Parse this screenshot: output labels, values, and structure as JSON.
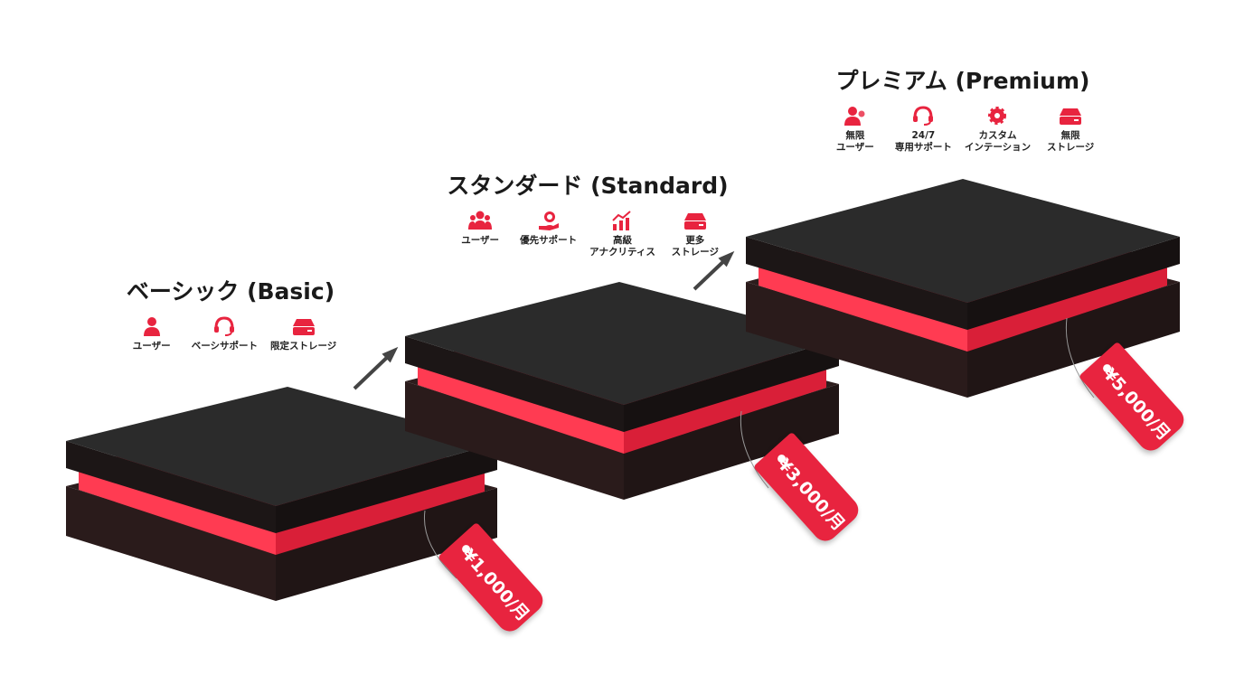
{
  "tiers": [
    {
      "title": "ベーシック (Basic)",
      "price": "¥1,000/月",
      "features": [
        {
          "icon": "user-icon",
          "label": "ユーザー"
        },
        {
          "icon": "headset-icon",
          "label": "ベーシサポート"
        },
        {
          "icon": "storage-icon",
          "label": "限定ストレージ"
        }
      ]
    },
    {
      "title": "スタンダード (Standard)",
      "price": "¥3,000/月",
      "features": [
        {
          "icon": "users-group-icon",
          "label": "ユーザー"
        },
        {
          "icon": "priority-support-icon",
          "label": "優先サポート"
        },
        {
          "icon": "analytics-chart-icon",
          "label": "高級\nアナクリティス"
        },
        {
          "icon": "storage-icon",
          "label": "更多\nストレージ"
        }
      ]
    },
    {
      "title": "プレミアム (Premium)",
      "price": "¥5,000/月",
      "features": [
        {
          "icon": "users-icon",
          "label": "無限\nユーザー"
        },
        {
          "icon": "headset-icon",
          "label": "24/7\n専用サポート"
        },
        {
          "icon": "gear-icon",
          "label": "カスタム\nインテーション"
        },
        {
          "icon": "storage-icon",
          "label": "無限\nストレージ"
        }
      ]
    }
  ],
  "colors": {
    "accent": "#e8243f",
    "slab_top": "#2b2b2b",
    "slab_side": "#1e1616",
    "base": "#2d1d1d"
  }
}
